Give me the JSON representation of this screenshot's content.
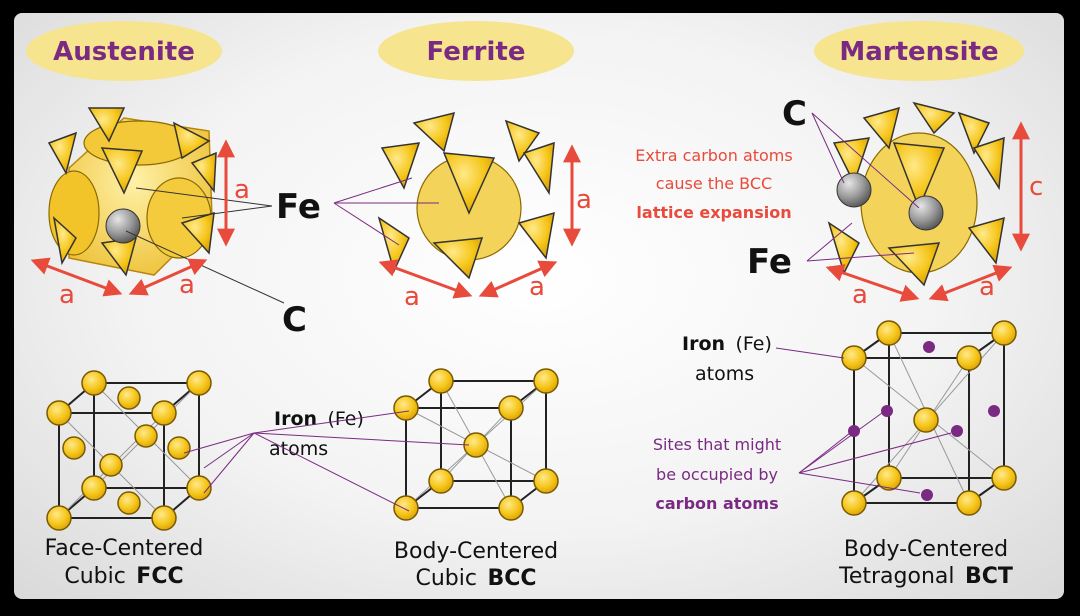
{
  "titles": {
    "austenite": "Austenite",
    "ferrite": "Ferrite",
    "martensite": "Martensite"
  },
  "labels": {
    "fe": "Fe",
    "c": "C",
    "a": "a",
    "c_axis": "c",
    "iron_bold": "Iron",
    "iron_rest": "(Fe)",
    "atoms": "atoms"
  },
  "martensite_note": {
    "line1": "Extra carbon atoms",
    "line2": "cause the BCC",
    "line3": "lattice expansion"
  },
  "carbon_sites": {
    "line1": "Sites that might",
    "line2": "be occupied by",
    "line3": "carbon atoms"
  },
  "captions": {
    "fcc_line1": "Face-Centered",
    "fcc_line2_plain": "Cubic",
    "fcc_line2_bold": "FCC",
    "bcc_line1": "Body-Centered",
    "bcc_line2_plain": "Cubic",
    "bcc_line2_bold": "BCC",
    "bct_line1": "Body-Centered",
    "bct_line2_plain": "Tetragonal",
    "bct_line2_bold": "BCT"
  },
  "colors": {
    "title_bg": "#f7e48e",
    "title_text": "#7a2a82",
    "atom_gold": "#f5c518",
    "dimension_red": "#e84a3c",
    "carbon_purple": "#7a2a82",
    "carbon_gray": "#8a8a8a"
  }
}
